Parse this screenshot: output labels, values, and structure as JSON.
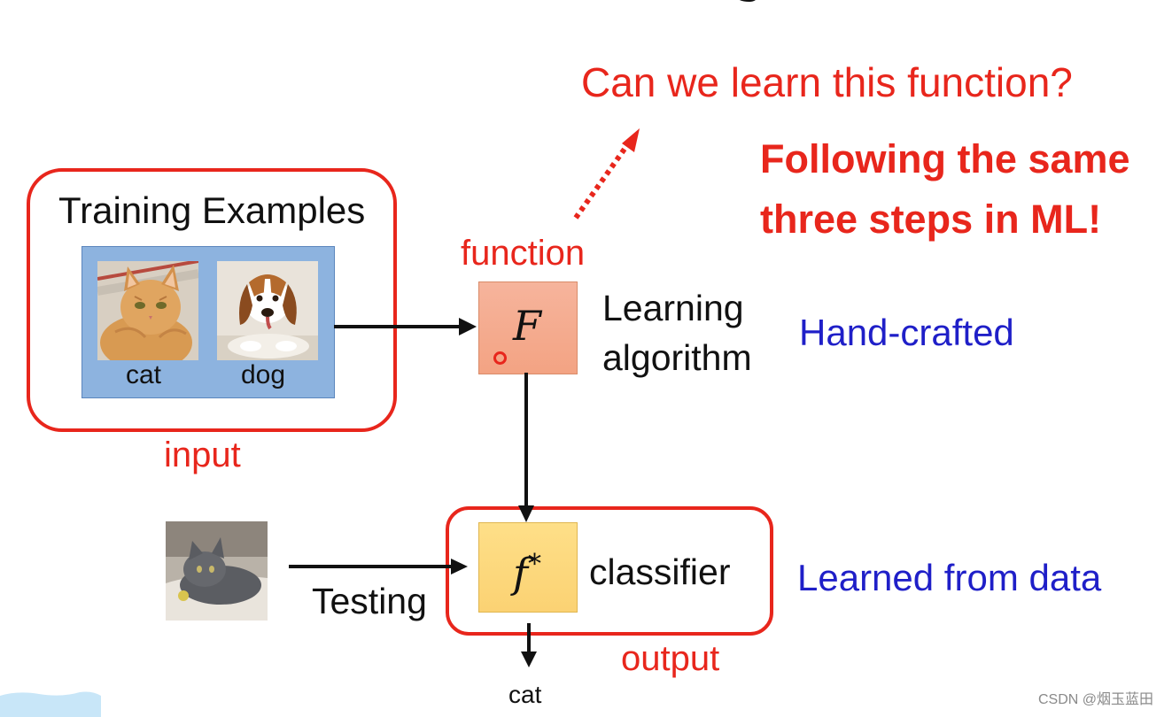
{
  "question": "Can we learn this function?",
  "steps_note": [
    "Following the same",
    "three steps in ML!"
  ],
  "training": {
    "title": "Training Examples",
    "labels": [
      "cat",
      "dog"
    ],
    "caption": "input"
  },
  "learning": {
    "box_caption": "function",
    "symbol": "F",
    "description": [
      "Learning",
      "algorithm"
    ],
    "note": "Hand-crafted"
  },
  "classifier": {
    "symbol": "f",
    "superscript": "*",
    "description": "classifier",
    "note": "Learned from data",
    "caption": "output",
    "test_label": "Testing",
    "result": "cat"
  },
  "watermark": "CSDN @烟玉蓝田",
  "colors": {
    "annotation_red": "#e8261c",
    "annotation_blue": "#1f1fc8",
    "panel_blue": "#8db3df",
    "function_box": "#f3a383",
    "classifier_box": "#fbd273"
  },
  "icons": [
    "cat-photo",
    "dog-photo",
    "test-cat-photo",
    "dotted-arrow-icon",
    "arrow-right-icon",
    "arrow-down-icon"
  ]
}
